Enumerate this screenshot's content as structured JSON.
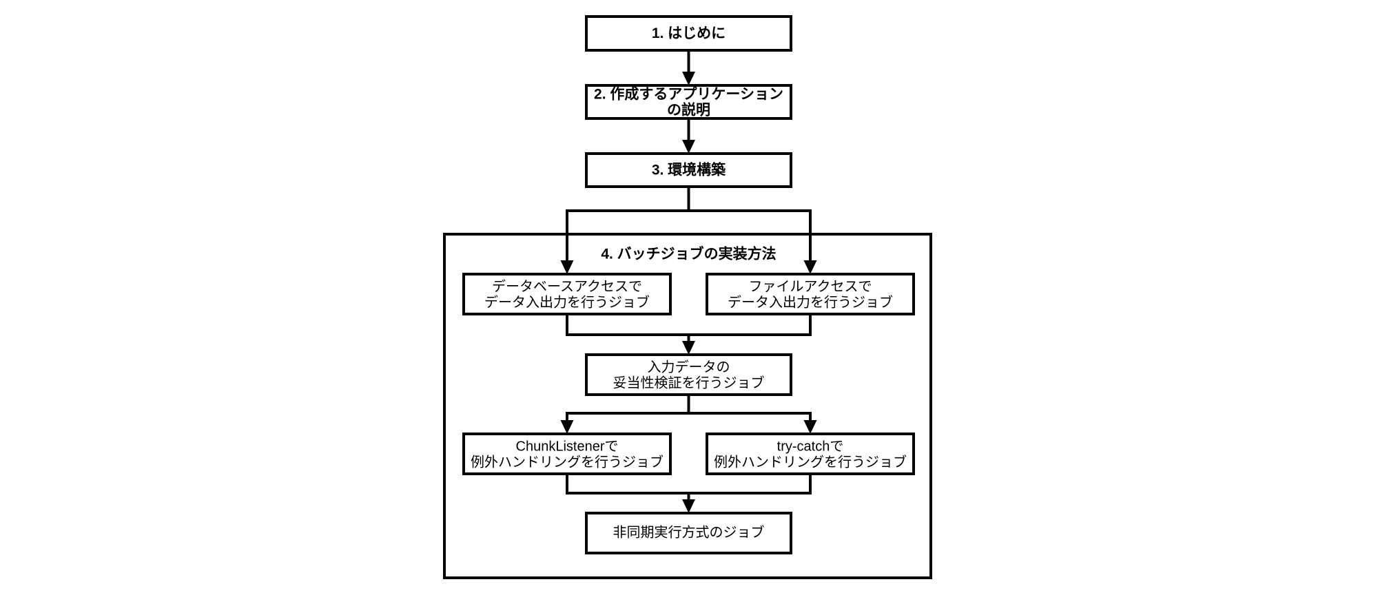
{
  "diagram": {
    "title_text": "",
    "background_color": "#ffffff",
    "line_color": "#000000",
    "box_fill": "#ffffff",
    "nodes": {
      "intro": {
        "label": "1. はじめに",
        "bold": true
      },
      "app_desc": {
        "line1": "2. 作成するアプリケーション",
        "line2": "の説明",
        "bold": true
      },
      "env_setup": {
        "label": "3. 環境構築",
        "bold": true
      },
      "section4_title": {
        "label": "4. バッチジョブの実装方法",
        "bold": true
      },
      "db_access_job": {
        "line1": "データベースアクセスで",
        "line2": "データ入出力を行うジョブ",
        "bold": false
      },
      "file_access_job": {
        "line1": "ファイルアクセスで",
        "line2": "データ入出力を行うジョブ",
        "bold": false
      },
      "validation_job": {
        "line1": "入力データの",
        "line2": "妥当性検証を行うジョブ",
        "bold": false
      },
      "chunklistener_job": {
        "line1": "ChunkListenerで",
        "line2": "例外ハンドリングを行うジョブ",
        "bold": false
      },
      "trycatch_job": {
        "line1": "try-catchで",
        "line2": "例外ハンドリングを行うジョブ",
        "bold": false
      },
      "async_job": {
        "label": "非同期実行方式のジョブ",
        "bold": false
      }
    }
  }
}
